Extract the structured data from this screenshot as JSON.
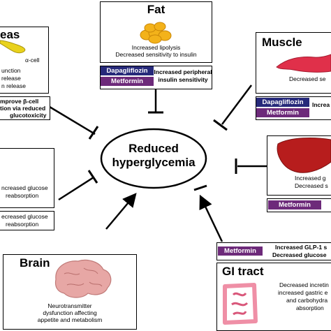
{
  "center": {
    "line1": "Reduced",
    "line2": "hyperglycemia"
  },
  "fat": {
    "title": "Fat",
    "desc1": "Increased lipolysis",
    "desc2": "Decreased sensitivity to insulin",
    "drug1": "Dapagliflozin",
    "drug2": "Metformin",
    "effect1": "Increased peripheral",
    "effect2": "insulin sensitivity"
  },
  "pancreas": {
    "title": "eas",
    "cell": "α-cell",
    "line1": "unction",
    "line2": "release",
    "line3": "n release",
    "note1": "mprove β-cell",
    "note2": "tion via reduced",
    "note3": "glucotoxicity"
  },
  "muscle": {
    "title": "Muscle",
    "desc": "Decreased se",
    "drug1": "Dapagliflozin",
    "drug2": "Metformin",
    "effect": "Increa"
  },
  "kidney": {
    "line1": "ncreased glucose",
    "line2": "reabsorption",
    "note1": "ecreased glucose",
    "note2": "reabsorption"
  },
  "liver": {
    "line1": "Increased g",
    "line2": "Decreased s",
    "drug": "Metformin"
  },
  "brain": {
    "title": "Brain",
    "line1": "Neurotransmitter",
    "line2": "dysfunction affecting",
    "line3": "appetite and metabolism"
  },
  "gi": {
    "title": "GI tract",
    "drug": "Metformin",
    "effect1": "Increased GLP-1 s",
    "effect2": "Decreased glucose",
    "line1": "Decreased incretin",
    "line2": "increased gastric e",
    "line3": "and carbohydra",
    "line4": "absorption"
  },
  "colors": {
    "drug_blue": "#26297a",
    "drug_purple": "#6d2a7a",
    "fat_yellow": "#f3b21a",
    "muscle_red": "#e0304a",
    "liver_red": "#b71d1d",
    "brain_pink": "#e7a7a5",
    "gut_pink": "#ef8fa6"
  }
}
